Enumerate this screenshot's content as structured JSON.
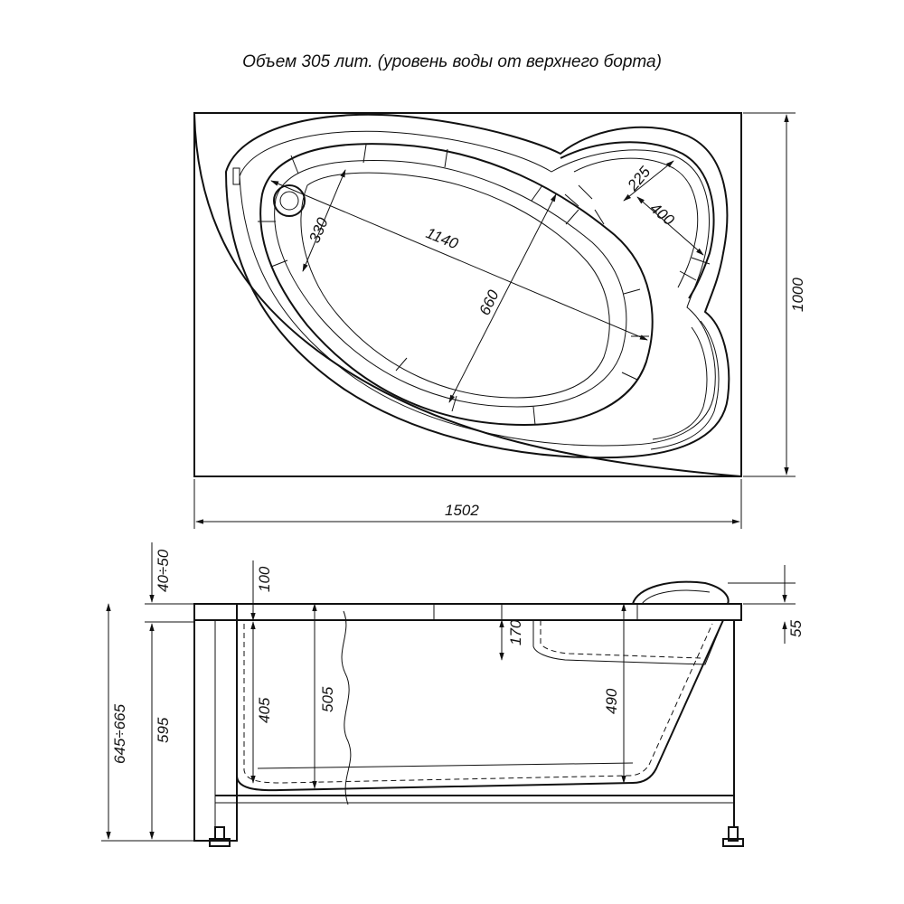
{
  "title": "Объем 305 лит. (уровень воды от верхнего борта)",
  "top_view": {
    "dims": {
      "width": "1502",
      "depth": "1000",
      "length_inner": "1140",
      "width_inner": "660",
      "drain_offset": "330",
      "seat_small": "225",
      "seat_large": "400"
    }
  },
  "side_view": {
    "dims": {
      "frame_gap": "40÷50",
      "rim_inset": "100",
      "rim_thickness": "55",
      "seat_depth": "170",
      "total_height": "645÷665",
      "frame_height": "595",
      "inner_depth": "405",
      "tub_depth": "505",
      "seat_floor_depth": "490"
    }
  }
}
